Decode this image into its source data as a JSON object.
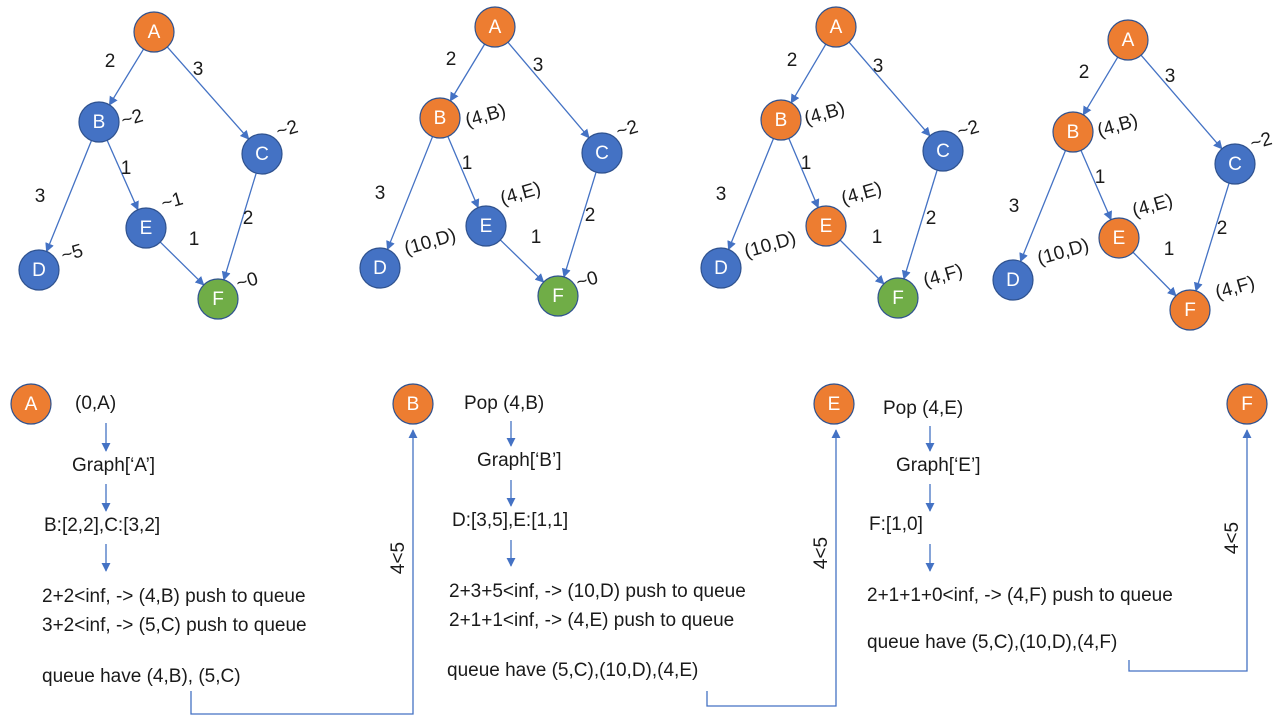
{
  "colors": {
    "orange": "#ED7D31",
    "blue": "#4472C4",
    "green": "#70AD47",
    "arrow": "#4472C4",
    "text": "#1a1a1a"
  },
  "graphs": [
    {
      "nodes": {
        "A": "orange",
        "B": "blue",
        "C": "blue",
        "D": "blue",
        "E": "blue",
        "F": "green"
      },
      "annotations": {
        "B": "~2",
        "C": "~2",
        "D": "~5",
        "E": "~1",
        "F": "~0"
      }
    },
    {
      "nodes": {
        "A": "orange",
        "B": "orange",
        "C": "blue",
        "D": "blue",
        "E": "blue",
        "F": "green"
      },
      "annotations": {
        "B": "(4,B)",
        "C": "~2",
        "D": "(10,D)",
        "E": "(4,E)",
        "F": "~0"
      }
    },
    {
      "nodes": {
        "A": "orange",
        "B": "orange",
        "C": "blue",
        "D": "blue",
        "E": "orange",
        "F": "green"
      },
      "annotations": {
        "B": "(4,B)",
        "C": "~2",
        "D": "(10,D)",
        "E": "(4,E)",
        "F": "(4,F)"
      }
    },
    {
      "nodes": {
        "A": "orange",
        "B": "orange",
        "C": "blue",
        "D": "blue",
        "E": "orange",
        "F": "orange"
      },
      "annotations": {
        "B": "(4,B)",
        "C": "~2",
        "D": "(10,D)",
        "E": "(4,E)",
        "F": "(4,F)"
      }
    }
  ],
  "edge_weights": {
    "AB": "2",
    "AC": "3",
    "BD": "3",
    "BE": "1",
    "EF": "1",
    "CF": "2"
  },
  "steps": [
    {
      "node": "A",
      "pop": "(0,A)",
      "graph": "Graph[‘A’]",
      "neighbors": "B:[2,2],C:[3,2]",
      "push_lines": [
        "2+2<inf, -> (4,B) push to queue",
        "3+2<inf, -> (5,C) push to queue"
      ],
      "queue": "queue have (4,B), (5,C)"
    },
    {
      "node": "B",
      "pop": "Pop (4,B)",
      "graph": "Graph[‘B’]",
      "neighbors": "D:[3,5],E:[1,1]",
      "push_lines": [
        "2+3+5<inf, -> (10,D) push to queue",
        "2+1+1<inf, -> (4,E) push to queue"
      ],
      "queue": "queue have (5,C),(10,D),(4,E)"
    },
    {
      "node": "E",
      "pop": "Pop (4,E)",
      "graph": "Graph[‘E’]",
      "neighbors": "F:[1,0]",
      "push_lines": [
        "2+1+1+0<inf, -> (4,F) push to queue"
      ],
      "queue": "queue have (5,C),(10,D),(4,F)"
    },
    {
      "node": "F"
    }
  ],
  "transitions": [
    "4<5",
    "4<5",
    "4<5"
  ]
}
